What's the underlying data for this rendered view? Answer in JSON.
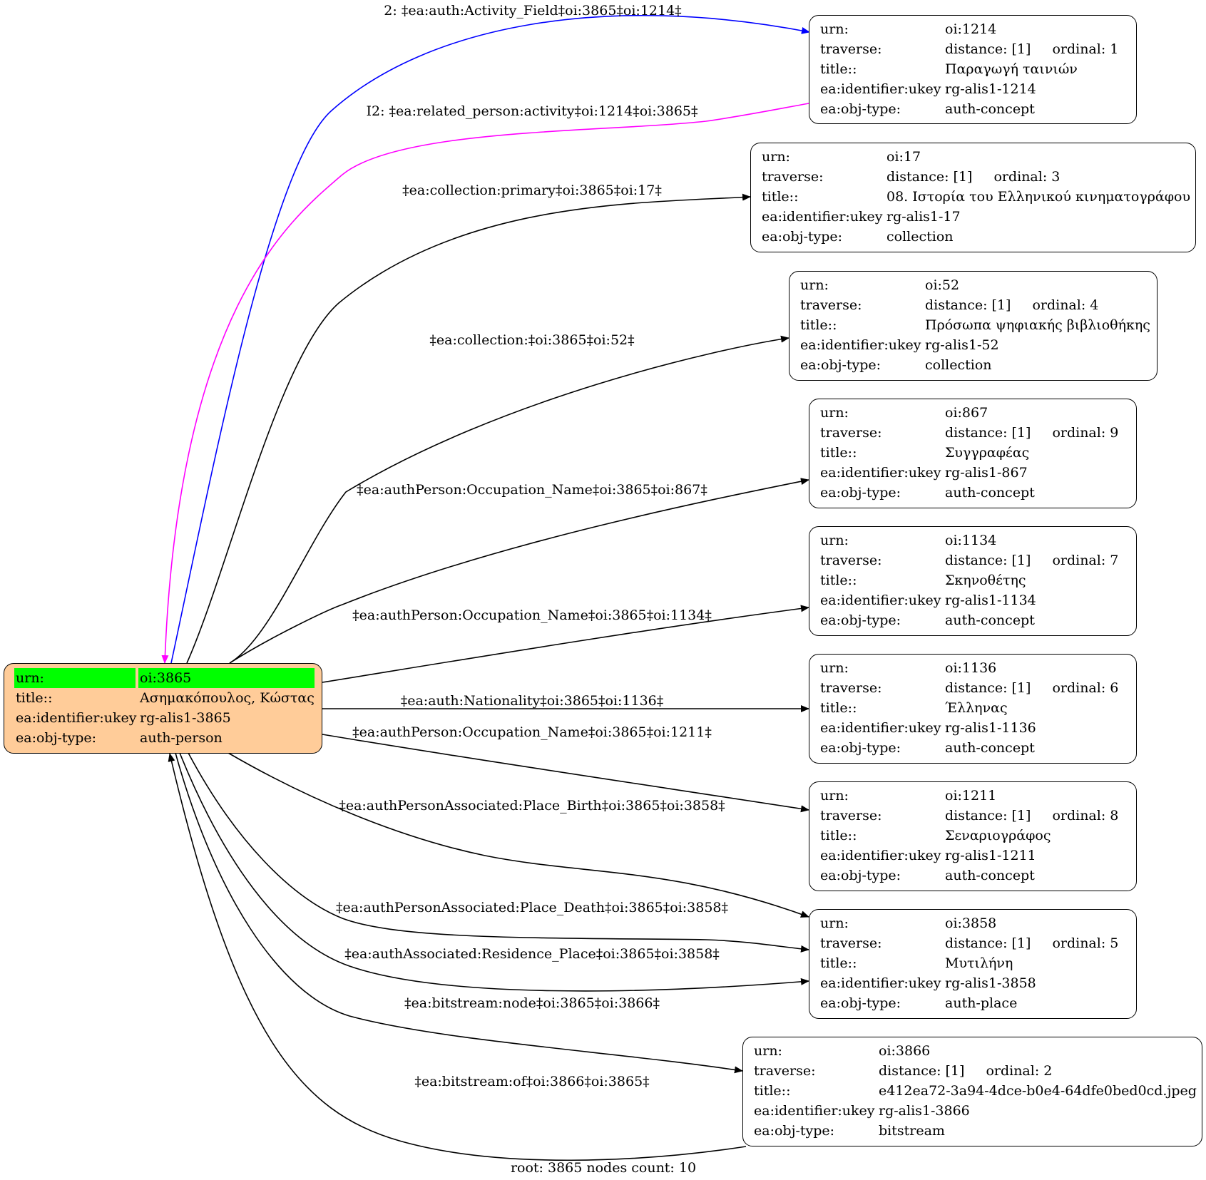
{
  "root": {
    "urn_key": "urn:",
    "urn": "oi:3865",
    "title_key": "title::",
    "title": "Ασημακόπουλος, Κώστας",
    "ukey_key": "ea:identifier:ukey",
    "ukey": "rg-alis1-3865",
    "type_key": "ea:obj-type:",
    "type": "auth-person"
  },
  "row_keys": {
    "urn": "urn:",
    "traverse": "traverse:",
    "title": "title::",
    "ukey": "ea:identifier:ukey",
    "type": "ea:obj-type:"
  },
  "nodes": [
    {
      "urn": "oi:1214",
      "distance": "distance: [1]",
      "ordinal": "ordinal: 1",
      "title": "Παραγωγή ταινιών",
      "ukey": "rg-alis1-1214",
      "type": "auth-concept"
    },
    {
      "urn": "oi:17",
      "distance": "distance: [1]",
      "ordinal": "ordinal: 3",
      "title": "08. Ιστορία του Ελληνικού κινηματογράφου",
      "ukey": "rg-alis1-17",
      "type": "collection"
    },
    {
      "urn": "oi:52",
      "distance": "distance: [1]",
      "ordinal": "ordinal: 4",
      "title": "Πρόσωπα ψηφιακής βιβλιοθήκης",
      "ukey": "rg-alis1-52",
      "type": "collection"
    },
    {
      "urn": "oi:867",
      "distance": "distance: [1]",
      "ordinal": "ordinal: 9",
      "title": "Συγγραφέας",
      "ukey": "rg-alis1-867",
      "type": "auth-concept"
    },
    {
      "urn": "oi:1134",
      "distance": "distance: [1]",
      "ordinal": "ordinal: 7",
      "title": "Σκηνοθέτης",
      "ukey": "rg-alis1-1134",
      "type": "auth-concept"
    },
    {
      "urn": "oi:1136",
      "distance": "distance: [1]",
      "ordinal": "ordinal: 6",
      "title": "Έλληνας",
      "ukey": "rg-alis1-1136",
      "type": "auth-concept"
    },
    {
      "urn": "oi:1211",
      "distance": "distance: [1]",
      "ordinal": "ordinal: 8",
      "title": "Σεναριογράφος",
      "ukey": "rg-alis1-1211",
      "type": "auth-concept"
    },
    {
      "urn": "oi:3858",
      "distance": "distance: [1]",
      "ordinal": "ordinal: 5",
      "title": "Μυτιλήνη",
      "ukey": "rg-alis1-3858",
      "type": "auth-place"
    },
    {
      "urn": "oi:3866",
      "distance": "distance: [1]",
      "ordinal": "ordinal: 2",
      "title": "e412ea72-3a94-4dce-b0e4-64dfe0bed0cd.jpeg",
      "ukey": "rg-alis1-3866",
      "type": "bitstream"
    }
  ],
  "edges": [
    {
      "label": "2: ‡ea:auth:Activity_Field‡oi:3865‡oi:1214‡",
      "color": "#0000ff"
    },
    {
      "label": "I2: ‡ea:related_person:activity‡oi:1214‡oi:3865‡",
      "color": "#ff00ff"
    },
    {
      "label": "‡ea:collection:primary‡oi:3865‡oi:17‡",
      "color": "#000000"
    },
    {
      "label": "‡ea:collection:‡oi:3865‡oi:52‡",
      "color": "#000000"
    },
    {
      "label": "‡ea:authPerson:Occupation_Name‡oi:3865‡oi:867‡",
      "color": "#000000"
    },
    {
      "label": "‡ea:authPerson:Occupation_Name‡oi:3865‡oi:1134‡",
      "color": "#000000"
    },
    {
      "label": "‡ea:auth:Nationality‡oi:3865‡oi:1136‡",
      "color": "#000000"
    },
    {
      "label": "‡ea:authPerson:Occupation_Name‡oi:3865‡oi:1211‡",
      "color": "#000000"
    },
    {
      "label": "‡ea:authPersonAssociated:Place_Birth‡oi:3865‡oi:3858‡",
      "color": "#000000"
    },
    {
      "label": "‡ea:authPersonAssociated:Place_Death‡oi:3865‡oi:3858‡",
      "color": "#000000"
    },
    {
      "label": "‡ea:authAssociated:Residence_Place‡oi:3865‡oi:3858‡",
      "color": "#000000"
    },
    {
      "label": "‡ea:bitstream:node‡oi:3865‡oi:3866‡",
      "color": "#000000"
    },
    {
      "label": "‡ea:bitstream:of‡oi:3866‡oi:3865‡",
      "color": "#000000"
    }
  ],
  "footer": "root: 3865 nodes count: 10",
  "colors": {
    "root_fill": "#ffcc99",
    "highlight": "#00ff00"
  }
}
